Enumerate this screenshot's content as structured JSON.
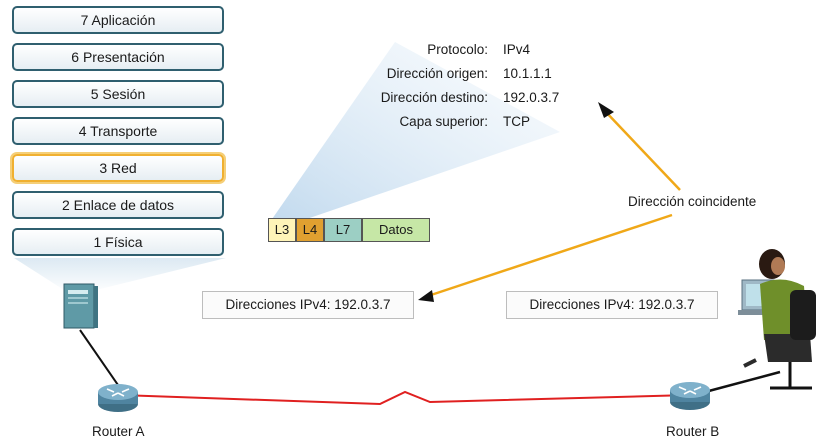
{
  "osi_layers": [
    {
      "label": "7 Aplicación"
    },
    {
      "label": "6 Presentación"
    },
    {
      "label": "5 Sesión"
    },
    {
      "label": "4 Transporte"
    },
    {
      "label": "3 Red"
    },
    {
      "label": "2 Enlace de datos"
    },
    {
      "label": "1 Física"
    }
  ],
  "highlighted_layer": "3 Red",
  "packet_info": {
    "protocol_label": "Protocolo:",
    "protocol_value": "IPv4",
    "source_label": "Dirección origen:",
    "source_value": "10.1.1.1",
    "dest_label": "Dirección destino:",
    "dest_value": "192.0.3.7",
    "upper_label": "Capa superior:",
    "upper_value": "TCP"
  },
  "pdu_segments": {
    "l3": "L3",
    "l4": "L4",
    "l7": "L7",
    "data": "Datos"
  },
  "match_label": "Dirección coincidente",
  "router_a_address": "Direcciones IPv4: 192.0.3.7",
  "router_b_address": "Direcciones IPv4: 192.0.3.7",
  "router_a_label": "Router A",
  "router_b_label": "Router B",
  "colors": {
    "layer_border": "#2f5f6f",
    "highlight": "#f0b030",
    "l3": "#fff4b8",
    "l4": "#e0a030",
    "l7": "#9ccfc4",
    "data": "#c6e7a6",
    "arrow": "#f0a818",
    "link": "#e02020",
    "router": "#5a8fa8",
    "server": "#5f9aa6"
  },
  "icons": [
    "server-icon",
    "router-icon",
    "user-workstation-icon"
  ]
}
